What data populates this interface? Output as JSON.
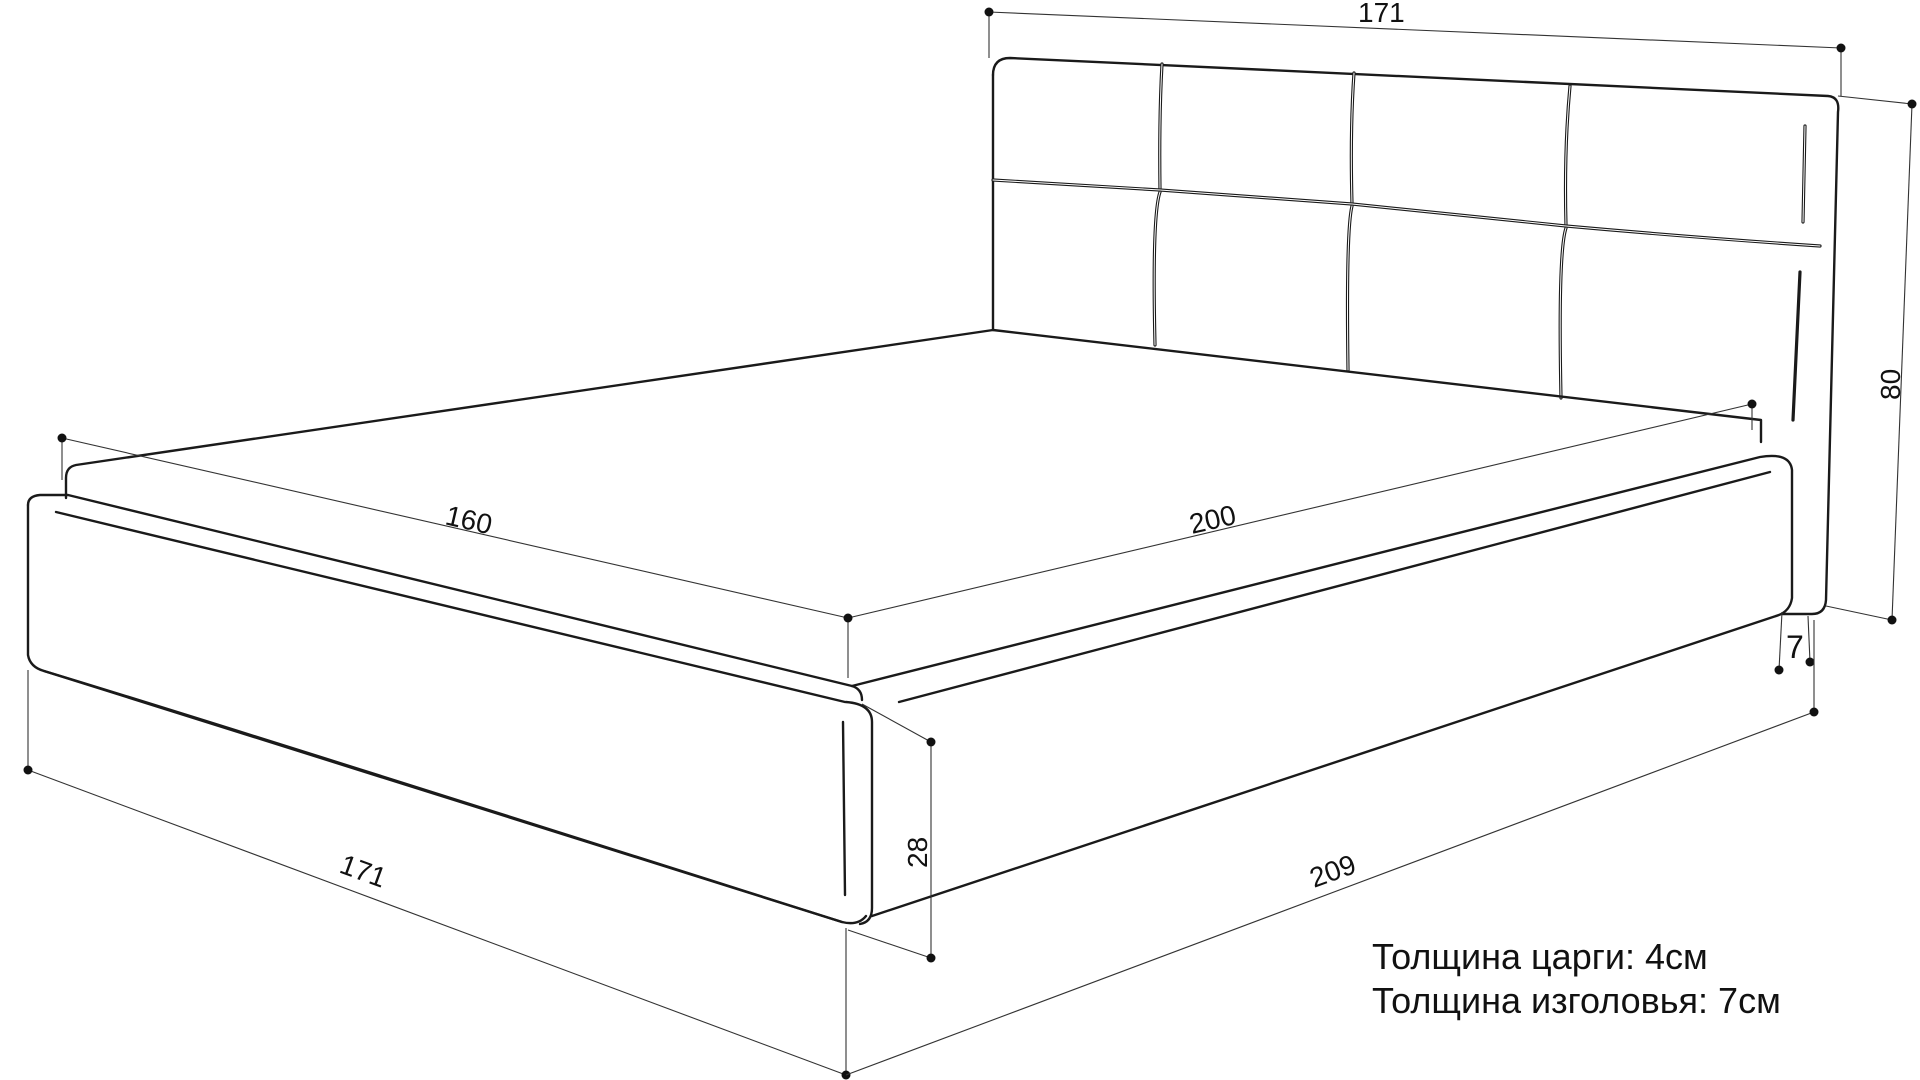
{
  "dimensions": {
    "headboard_width": "171",
    "headboard_height": "80",
    "headboard_thickness": "7",
    "mattress_width": "160",
    "mattress_length": "200",
    "frame_height": "28",
    "overall_width": "171",
    "overall_length": "209"
  },
  "notes": {
    "side_rail_thickness": "Толщина царги: 4см",
    "headboard_thickness": "Толщина изголовья: 7см"
  },
  "colors": {
    "line": "#1a1a1a",
    "background": "#ffffff"
  }
}
